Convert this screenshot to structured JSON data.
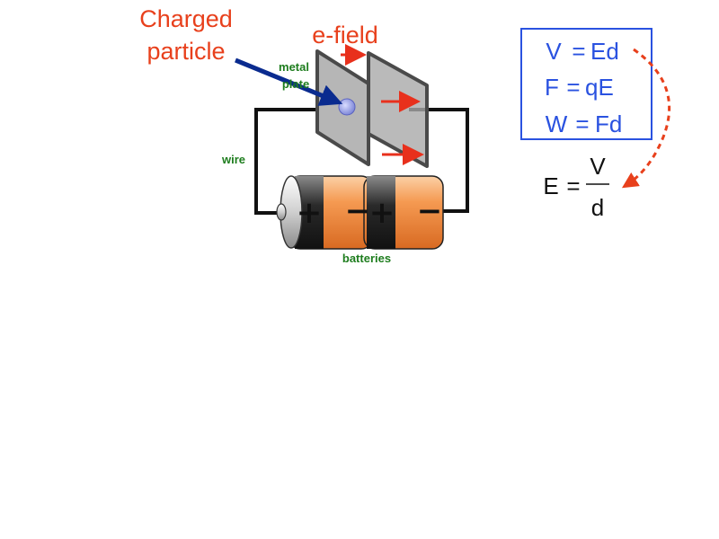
{
  "labels": {
    "charged_particle_line1": "Charged",
    "charged_particle_line2": "particle",
    "e_field": "e-field",
    "metal_plate_line1": "metal",
    "metal_plate_line2": "plate",
    "wire": "wire",
    "batteries": "batteries"
  },
  "equations": {
    "box": [
      {
        "lhs": "V",
        "op": "=",
        "rhs": "Ed"
      },
      {
        "lhs": "F",
        "op": "=",
        "rhs": "qE"
      },
      {
        "lhs": "W",
        "op": "=",
        "rhs": "Fd"
      }
    ],
    "derived": {
      "lhs": "E",
      "op": "=",
      "numerator": "V",
      "denominator": "d"
    }
  },
  "battery_signs": {
    "cell1_positive": "+",
    "cell1_negative": "−",
    "cell2_positive": "+",
    "cell2_negative": "−"
  },
  "colors": {
    "label_red": "#e8401c",
    "label_green": "#1e7d1e",
    "equation_blue": "#2a52e0",
    "pointer_arrow": "#0a2b8f",
    "field_arrow": "#e8301c",
    "battery_body": "#f5954a",
    "battery_band": "#2a2a2a",
    "plate": "#a8a8a8"
  }
}
